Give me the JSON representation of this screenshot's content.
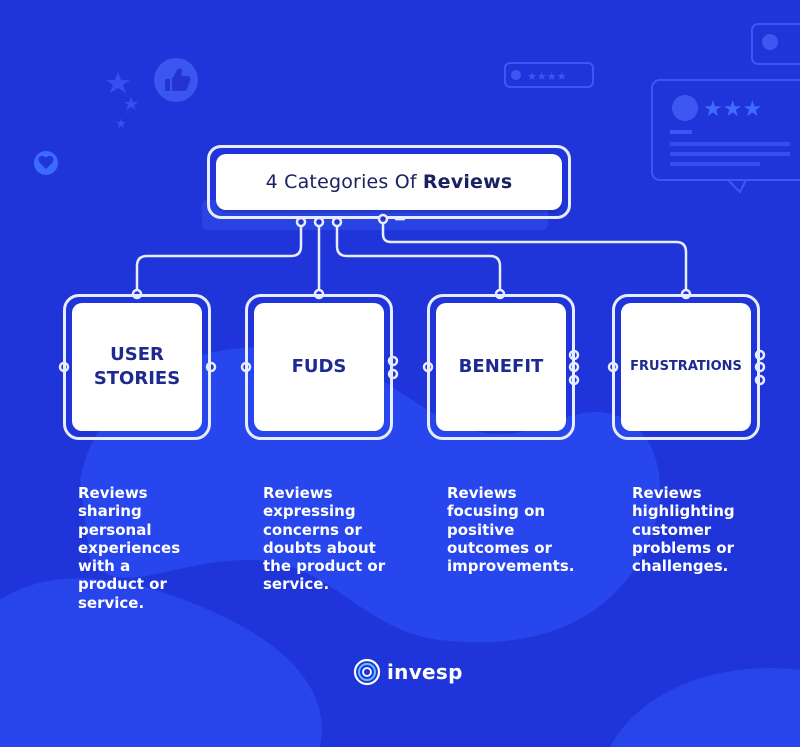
{
  "title": {
    "prefix": "4 Categories Of",
    "emphasis": "Reviews"
  },
  "categories": [
    {
      "label": "USER STORIES",
      "description": "Reviews sharing personal experiences with a product or service."
    },
    {
      "label": "FUDS",
      "description": "Reviews expressing concerns or doubts about the product or service."
    },
    {
      "label": "BENEFIT",
      "description": "Reviews focusing on positive outcomes or improvements."
    },
    {
      "label": "FRUSTRATIONS",
      "description": "Reviews highlighting customer problems or challenges."
    }
  ],
  "brand": {
    "name": "invesp"
  },
  "colors": {
    "background": "#1f35d9",
    "blob": "#2a48ee",
    "card": "#ffffff",
    "card_text": "#1d2a8f",
    "line": "#e8ecff"
  },
  "icons": [
    "heart-icon",
    "thumbs-up-icon",
    "star-icon",
    "review-card-icon",
    "invesp-logo-icon"
  ]
}
